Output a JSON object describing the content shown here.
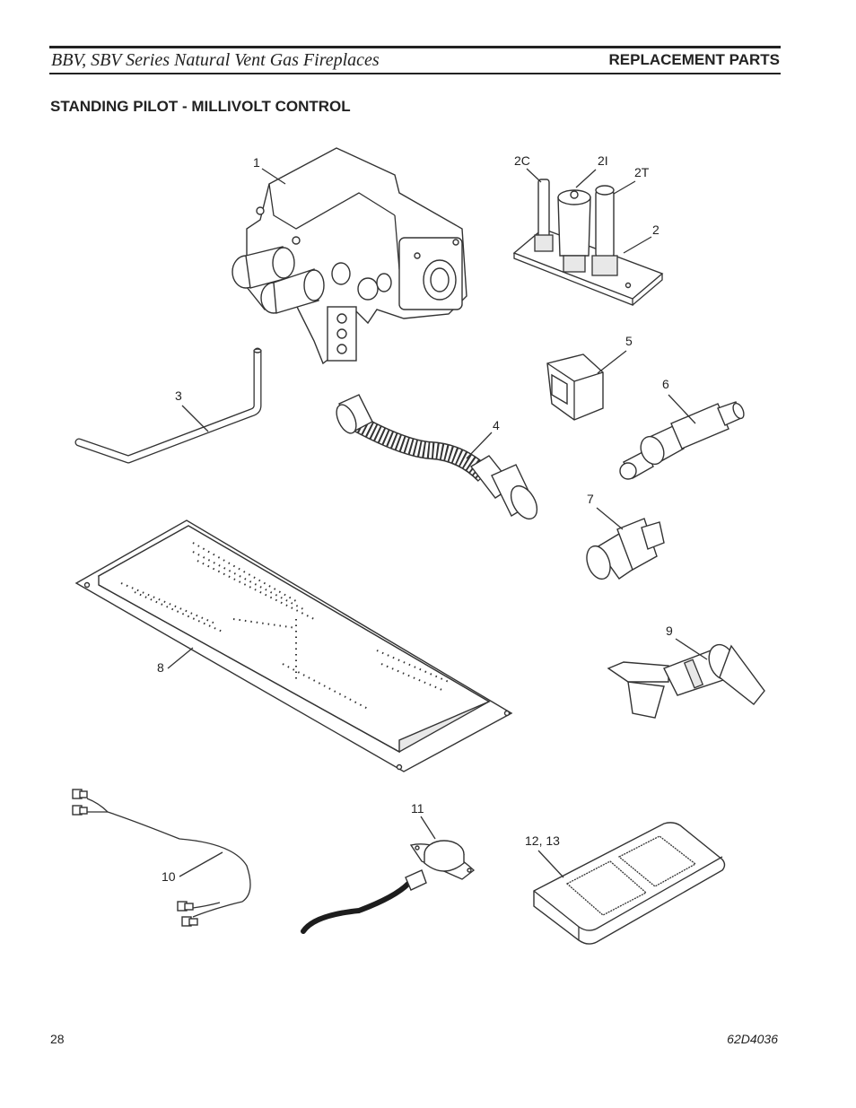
{
  "header": {
    "series_title": "BBV, SBV Series Natural Vent Gas Fireplaces",
    "section_title": "REPLACEMENT PARTS"
  },
  "diagram": {
    "title": "STANDING PILOT - MILLIVOLT CONTROL",
    "callouts": {
      "p1": "1",
      "p2": "2",
      "p2c": "2C",
      "p2i": "2I",
      "p2t": "2T",
      "p3": "3",
      "p4": "4",
      "p5": "5",
      "p6": "6",
      "p7": "7",
      "p8": "8",
      "p9": "9",
      "p10": "10",
      "p11": "11",
      "p12": "12, 13"
    }
  },
  "footer": {
    "page_number": "28",
    "doc_id": "62D4036"
  }
}
